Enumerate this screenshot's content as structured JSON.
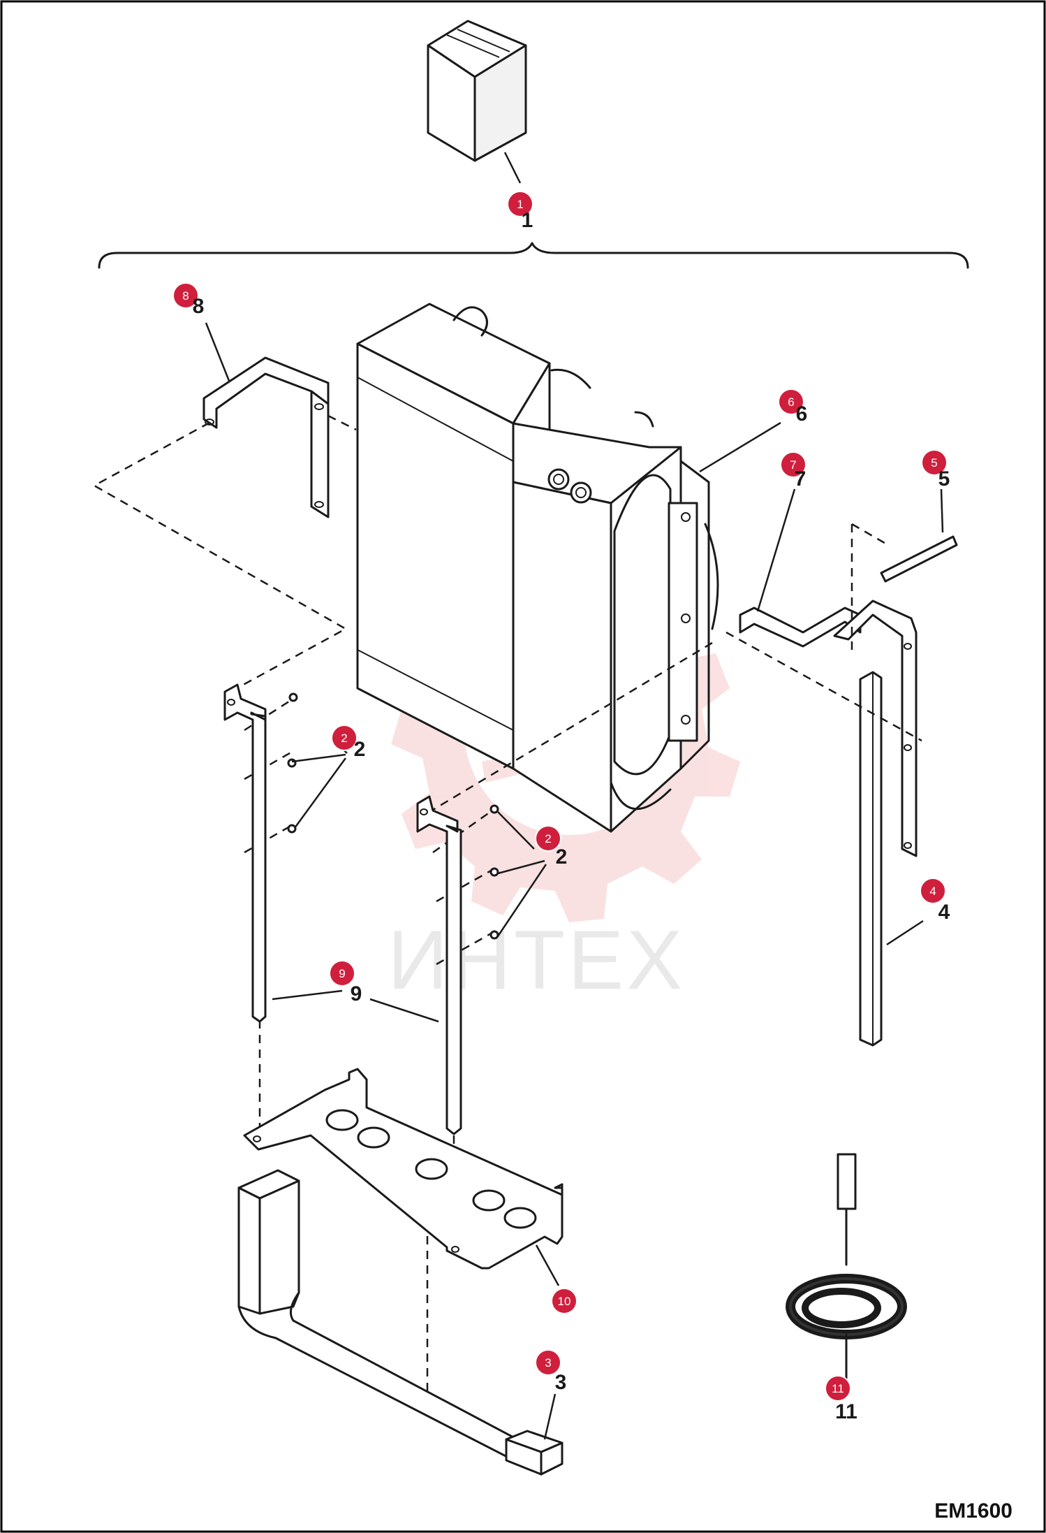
{
  "diagram_code": "EM1600",
  "watermark": {
    "text": "ИНТЕХ",
    "color": "#f5c4c4"
  },
  "colors": {
    "callout": "#cf1f3c",
    "line": "#1a1a1a"
  },
  "callouts": [
    {
      "id": "c1",
      "badge": "1",
      "label": "1"
    },
    {
      "id": "c8",
      "badge": "8",
      "label": "8"
    },
    {
      "id": "c6",
      "badge": "6",
      "label": "6"
    },
    {
      "id": "c7",
      "badge": "7",
      "label": "7"
    },
    {
      "id": "c5",
      "badge": "5",
      "label": "5"
    },
    {
      "id": "c2a",
      "badge": "2",
      "label": "2"
    },
    {
      "id": "c2b",
      "badge": "2",
      "label": "2"
    },
    {
      "id": "c4",
      "badge": "4",
      "label": "4"
    },
    {
      "id": "c9",
      "badge": "9",
      "label": "9"
    },
    {
      "id": "c10",
      "badge": "10",
      "label": ""
    },
    {
      "id": "c3",
      "badge": "3",
      "label": "3"
    },
    {
      "id": "c11",
      "badge": "11",
      "label": "11"
    }
  ]
}
